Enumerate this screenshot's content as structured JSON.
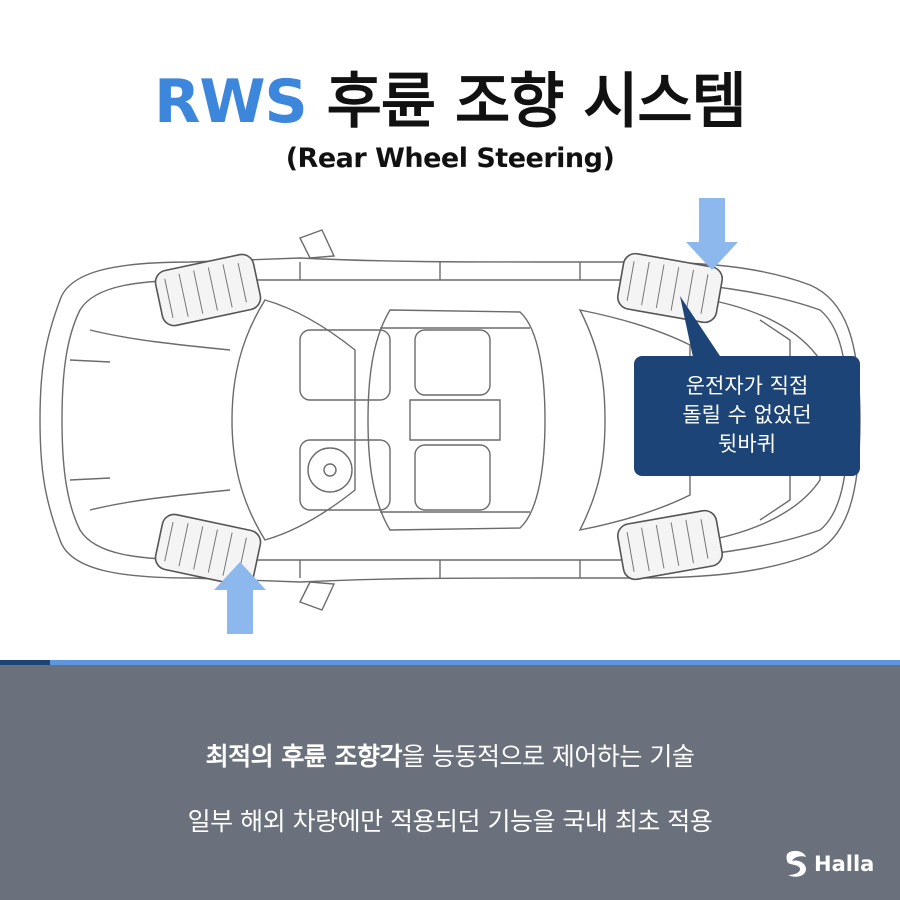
{
  "title": {
    "accent": "RWS",
    "main": "후륜 조향 시스템"
  },
  "subtitle": "(Rear Wheel Steering)",
  "callout": {
    "lines": [
      "운전자가 직접",
      "돌릴 수 없었던",
      "뒷바퀴"
    ]
  },
  "description": {
    "line1_bold": "최적의 후륜 조향각",
    "line1_rest": "을 능동적으로 제어하는 기술",
    "line2": "일부 해외 차량에만 적용되던 기능을 국내 최초 적용"
  },
  "logo": {
    "text": "Halla"
  },
  "colors": {
    "accent": "#3c86db",
    "callout_bg": "#1d4476",
    "band_bg": "#6a717c",
    "arrow": "#8db8ee"
  }
}
